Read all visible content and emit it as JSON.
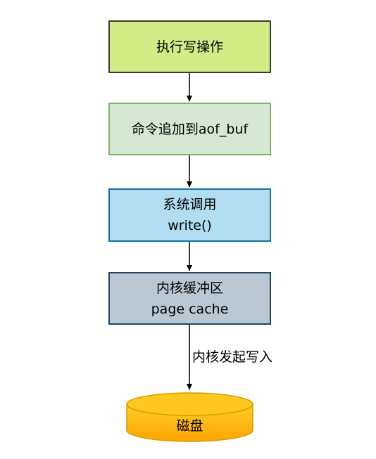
{
  "nodes": {
    "step1": {
      "line1": "执行写操作"
    },
    "step2": {
      "line1": "命令追加到aof_buf"
    },
    "step3": {
      "line1": "系统调用",
      "line2": "write()"
    },
    "step4": {
      "line1": "内核缓冲区",
      "line2": "page cache"
    },
    "disk": {
      "label": "磁盘"
    }
  },
  "edges": {
    "kernel_flush_label": "内核发起写入"
  },
  "colors": {
    "step1_fill": "#d4ec86",
    "step2_fill": "#d6e8d4",
    "step3_fill": "#b1ddf0",
    "step4_fill": "#bac8d3",
    "disk_fill": "#ffb300"
  }
}
